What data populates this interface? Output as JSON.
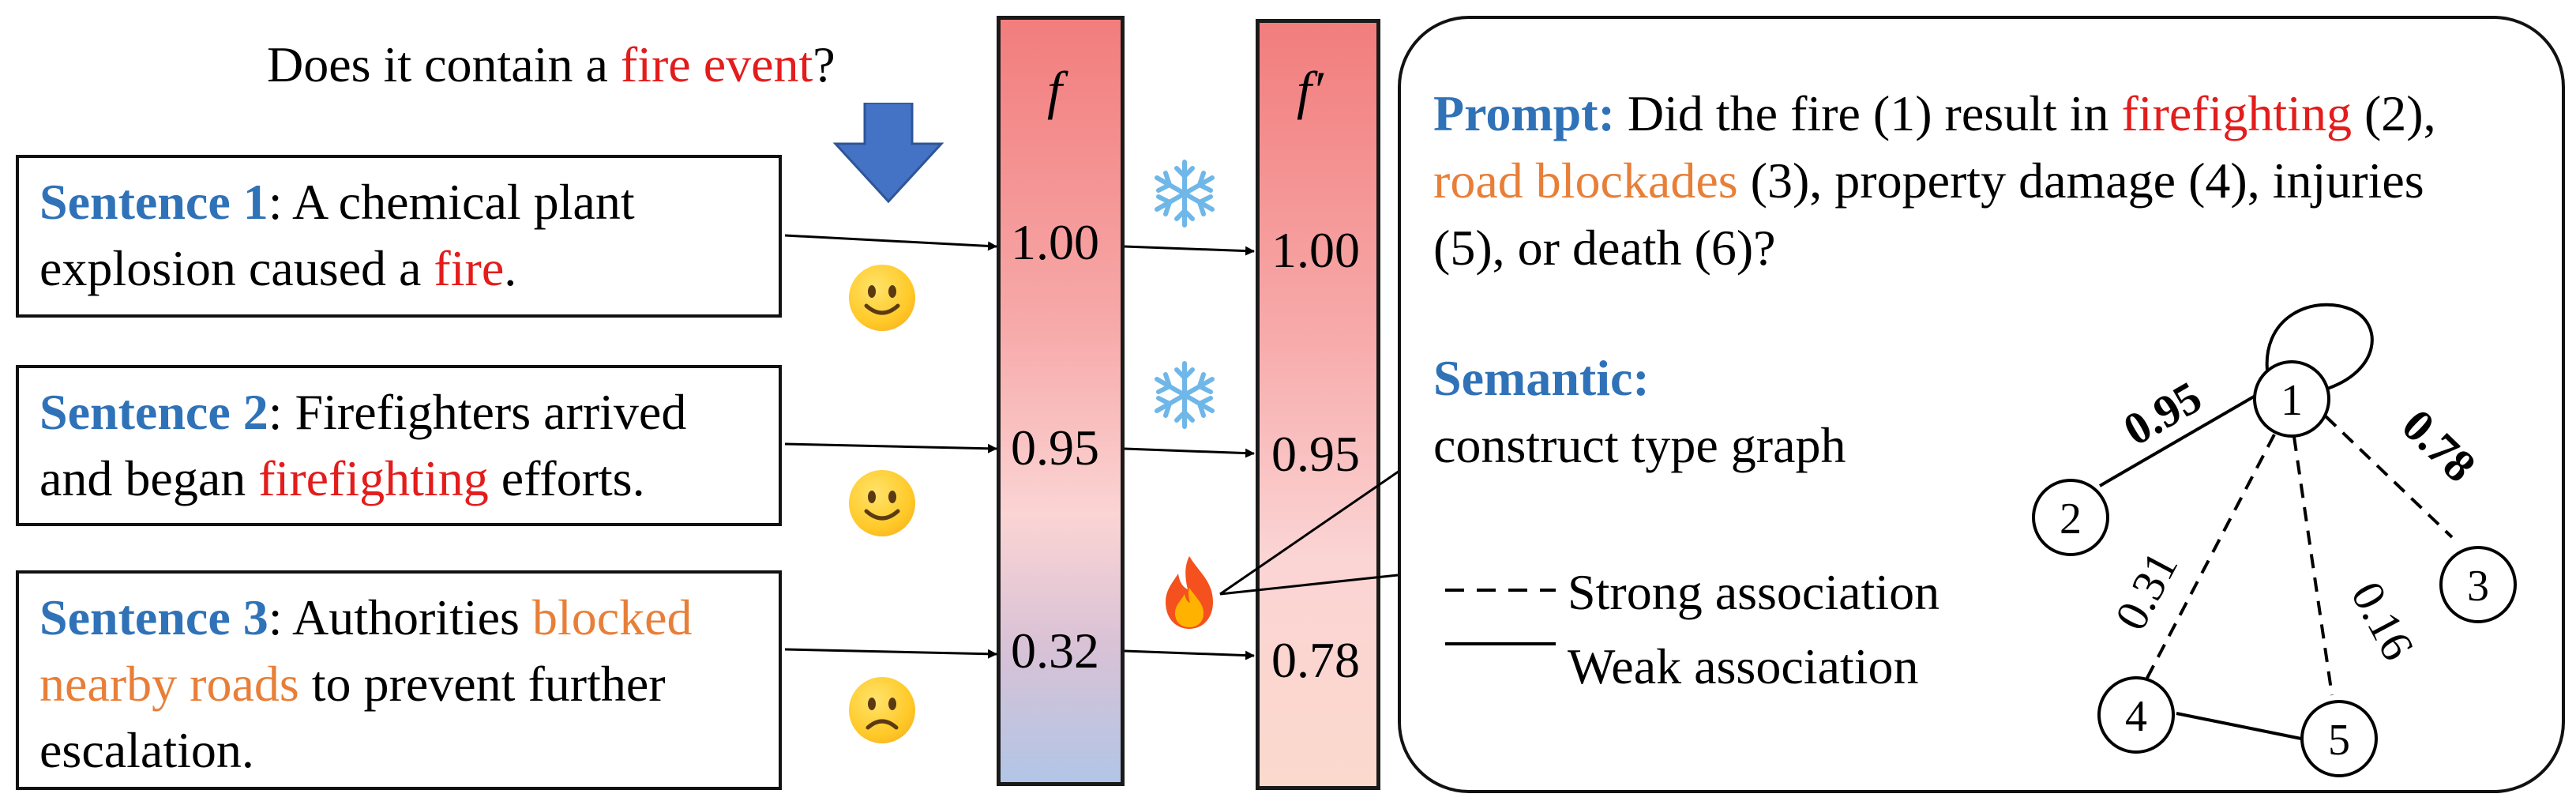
{
  "question": {
    "prefix": "Does it contain a ",
    "highlight": "fire event",
    "suffix": "?"
  },
  "sentences": [
    {
      "label": "Sentence 1",
      "lines": [
        [
          {
            "t": ": A chemical plant",
            "c": ""
          }
        ],
        [
          {
            "t": "explosion caused a ",
            "c": ""
          },
          {
            "t": "fire",
            "c": "red"
          },
          {
            "t": ".",
            "c": ""
          }
        ]
      ]
    },
    {
      "label": "Sentence 2",
      "lines": [
        [
          {
            "t": ": Firefighters arrived",
            "c": ""
          }
        ],
        [
          {
            "t": "and began ",
            "c": ""
          },
          {
            "t": "firefighting",
            "c": "red"
          },
          {
            "t": " efforts.",
            "c": ""
          }
        ]
      ]
    },
    {
      "label": "Sentence 3",
      "lines": [
        [
          {
            "t": ": Authorities ",
            "c": ""
          },
          {
            "t": "blocked",
            "c": "orange"
          }
        ],
        [
          {
            "t": "nearby roads",
            "c": "orange"
          },
          {
            "t": " to prevent further",
            "c": ""
          }
        ],
        [
          {
            "t": "escalation.",
            "c": ""
          }
        ]
      ]
    }
  ],
  "bars": {
    "f": {
      "label": "f",
      "values": [
        "1.00",
        "0.95",
        "0.32"
      ]
    },
    "f_prime": {
      "label": "f′",
      "values": [
        "1.00",
        "0.95",
        "0.78"
      ]
    }
  },
  "status_icons": [
    "snowflake-icon",
    "snowflake-icon",
    "fire-icon"
  ],
  "sentence_faces": [
    "smile",
    "smile",
    "frown"
  ],
  "panel": {
    "prompt_label": "Prompt:",
    "prompt_lines": [
      [
        {
          "t": " Did the fire (1) result in ",
          "c": ""
        },
        {
          "t": "firefighting",
          "c": "red"
        },
        {
          "t": " (2),",
          "c": ""
        }
      ],
      [
        {
          "t": "road blockades",
          "c": "orange"
        },
        {
          "t": " (3), property damage (4), injuries",
          "c": ""
        }
      ],
      [
        {
          "t": "(5), or death (6)?",
          "c": ""
        }
      ]
    ],
    "semantic_label": "Semantic:",
    "semantic_text": "construct type graph",
    "legend": {
      "strong": "Strong association",
      "weak": "Weak association"
    }
  },
  "graph": {
    "nodes": [
      "1",
      "2",
      "3",
      "4",
      "5"
    ],
    "edge_labels": {
      "e12": "0.95",
      "e13": "0.78",
      "e14": "0.31",
      "e15": "0.16"
    }
  },
  "colors": {
    "blue": "#2f72b8",
    "red": "#e31c1c",
    "orange": "#e87f38"
  }
}
